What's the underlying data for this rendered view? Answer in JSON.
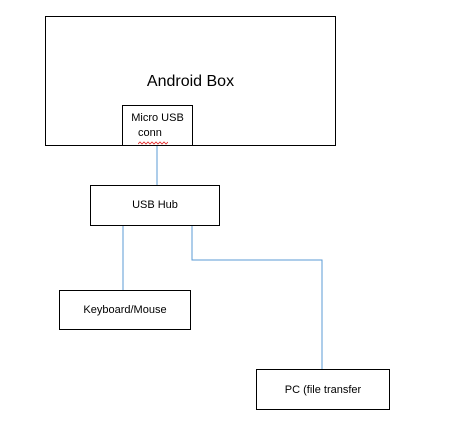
{
  "diagram": {
    "android_box": {
      "label": "Android Box"
    },
    "micro_usb": {
      "label_line1": "Micro USB",
      "label_line2": "conn"
    },
    "usb_hub": {
      "label": "USB Hub"
    },
    "keyboard_mouse": {
      "label": "Keyboard/Mouse"
    },
    "pc": {
      "label": "PC (file transfer"
    }
  },
  "colors": {
    "connector": "#5b9bd5",
    "box_border": "#000000",
    "spellcheck_underline": "#e02020"
  }
}
